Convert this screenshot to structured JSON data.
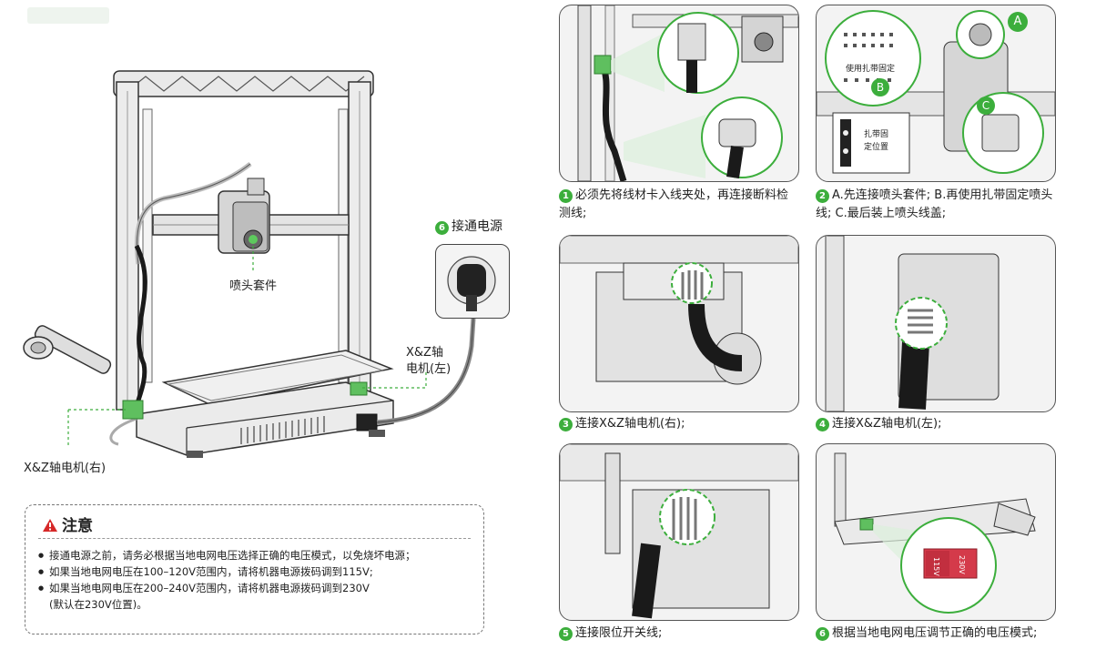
{
  "left": {
    "callout_power": "接通电源",
    "callout_power_num": "6",
    "label_nozzle": "喷头套件",
    "label_motor_left_line1": "X&Z轴",
    "label_motor_left_line2": "电机(左)",
    "label_motor_right": "X&Z轴电机(右)"
  },
  "warning": {
    "title": "注意",
    "items": [
      "接通电源之前，请务必根据当地电网电压选择正确的电压模式，以免烧坏电源；",
      "如果当地电网电压在100–120V范围内，请将机器电源拨码调到115V;",
      "如果当地电网电压在200–240V范围内，请将机器电源拨码调到230V",
      "(默认在230V位置)。"
    ]
  },
  "steps": [
    {
      "num": "1",
      "text": "必须先将线材卡入线夹处，再连接断料检测线;"
    },
    {
      "num": "2",
      "text": "A.先连接喷头套件; B.再使用扎带固定喷头线; C.最后装上喷头线盖;"
    },
    {
      "num": "3",
      "text": "连接X&Z轴电机(右);"
    },
    {
      "num": "4",
      "text": "连接X&Z轴电机(左);"
    },
    {
      "num": "5",
      "text": "连接限位开关线;"
    },
    {
      "num": "6",
      "text": "根据当地电网电压调节正确的电压模式;"
    }
  ],
  "panel2": {
    "marker_a": "A",
    "marker_b": "B",
    "marker_c": "C",
    "label_tie": "使用扎带固定",
    "label_tie_pos_line1": "扎带固",
    "label_tie_pos_line2": "定位置"
  },
  "panel6": {
    "switch_115": "115V",
    "switch_230": "230V"
  },
  "colors": {
    "accent_green": "#3cae3c",
    "warning_red": "#d62828",
    "switch_red": "#d43a4a"
  }
}
